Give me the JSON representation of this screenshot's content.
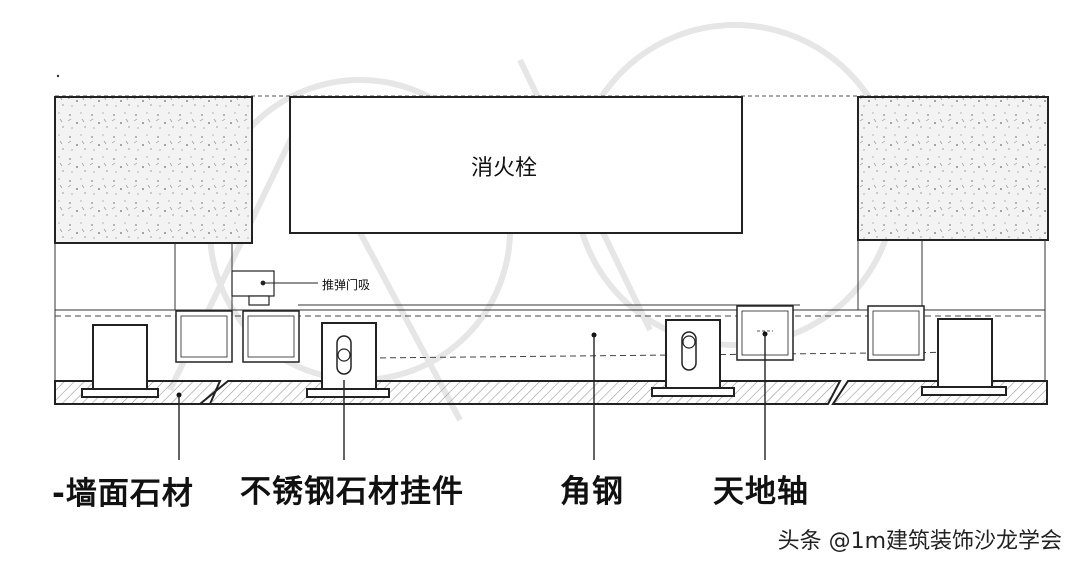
{
  "labels": {
    "hydrant": "消火栓",
    "door_stop": "推弹门吸",
    "wall_stone": "-墙面石材",
    "stainless_hanger": "不锈钢石材挂件",
    "angle_steel": "角钢",
    "pivot": "天地轴"
  },
  "watermark": "头条 @1m建筑装饰沙龙学会",
  "colors": {
    "line": "#222222",
    "hatch": "#bfbfbf",
    "concrete_fill": "#f2f2f2"
  }
}
